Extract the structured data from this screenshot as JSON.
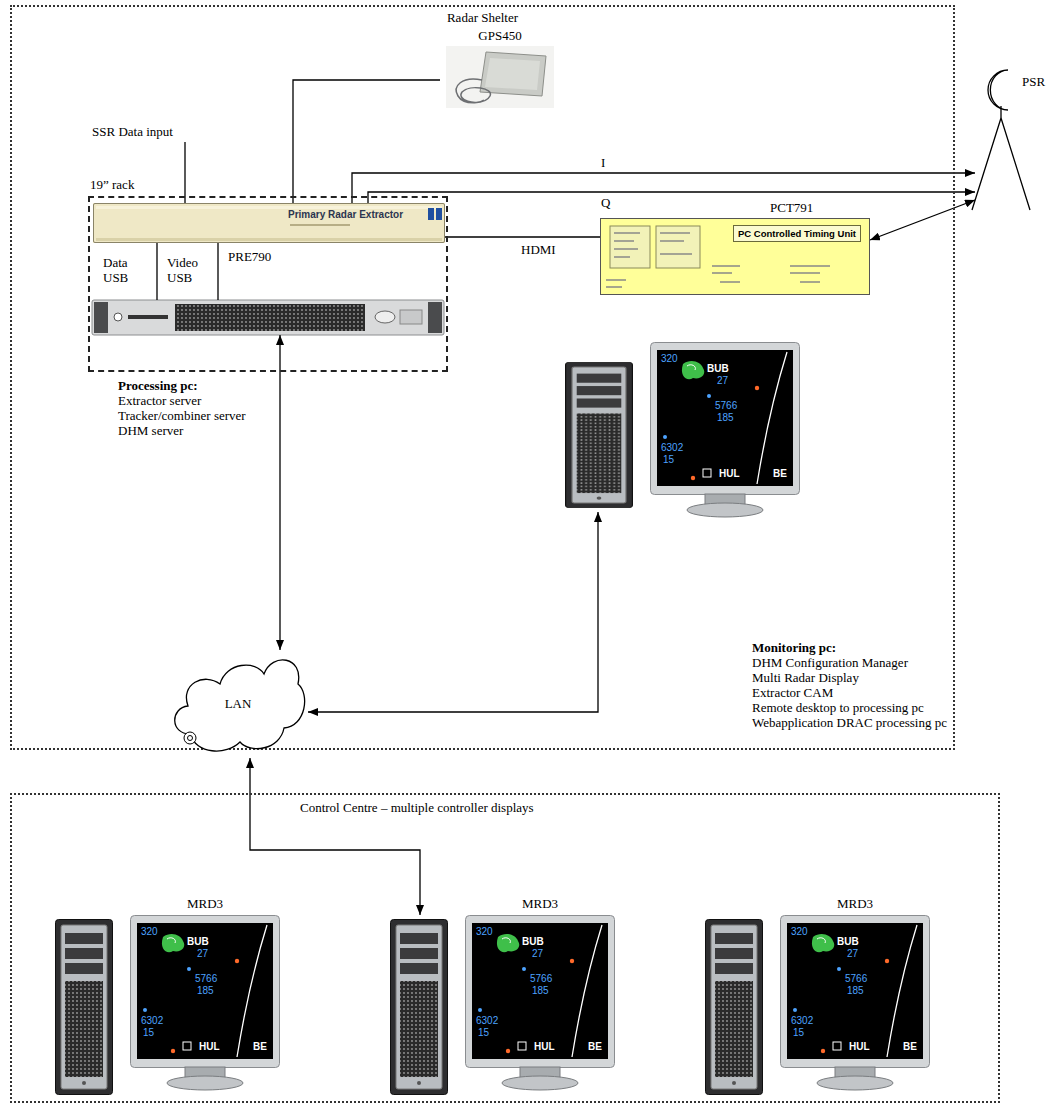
{
  "diagram": {
    "nodes": [
      {
        "text": [
          "Radar Shelter"
        ]
      },
      {
        "text": [
          "GPS450"
        ],
        "in": 0
      },
      {
        "text": [
          "19” rack"
        ],
        "in": 0
      },
      {
        "text": [
          "Primary Radar Extractor"
        ],
        "in": 2
      },
      {
        "text": [
          "PCT791",
          "PC Controlled Timing Unit"
        ],
        "in": 0
      },
      {
        "text": [
          "Processing pc:",
          "Extractor server",
          "Tracker/combiner server",
          "DHM server"
        ],
        "in": 2
      },
      {
        "text": [
          "Monitoring pc:",
          "DHM Configuration Manager",
          "Multi Radar Display",
          "Extractor CAM",
          "Remote desktop to processing pc",
          "Webapplication DRAC processing pc"
        ],
        "in": 0
      },
      {
        "text": [
          "LAN"
        ],
        "in": 0
      },
      {
        "text": [
          "PSR"
        ]
      },
      {
        "text": [
          "Control Centre – multiple controller displays"
        ]
      },
      {
        "text": [
          "MRD3"
        ],
        "in": 9
      },
      {
        "text": [
          "MRD3"
        ],
        "in": 9
      },
      {
        "text": [
          "MRD3"
        ],
        "in": 9
      }
    ],
    "edges": [
      {
        "from": 1,
        "to": 3,
        "arrow": "none"
      },
      {
        "from": 3,
        "to": 8,
        "label": "I",
        "arrow": "to"
      },
      {
        "from": 3,
        "to": 8,
        "label": "Q",
        "arrow": "to"
      },
      {
        "from": 3,
        "to": 4,
        "label": "HDMI",
        "arrow": "none"
      },
      {
        "from": 4,
        "to": 8,
        "arrow": "both"
      },
      {
        "from": 3,
        "to": 5,
        "label": "Data USB",
        "arrow": "none"
      },
      {
        "from": 3,
        "to": 5,
        "label": "Video USB",
        "arrow": "none"
      },
      {
        "from": 5,
        "to": 7,
        "arrow": "both"
      },
      {
        "from": 7,
        "to": 6,
        "arrow": "both"
      },
      {
        "from": 7,
        "to": 11,
        "arrow": "both"
      }
    ],
    "labels": [
      "SSR Data input",
      "PRE790",
      "320",
      "BUB",
      "27",
      "5766",
      "185",
      "6302",
      "15",
      "HUL",
      "BE",
      "320",
      "BUB",
      "27",
      "5766",
      "185",
      "6302",
      "15",
      "HUL",
      "BE",
      "320",
      "BUB",
      "27",
      "5766",
      "185",
      "6302",
      "15",
      "HUL",
      "BE",
      "320",
      "BUB",
      "27",
      "5766",
      "185",
      "6302",
      "15",
      "HUL",
      "BE"
    ]
  }
}
